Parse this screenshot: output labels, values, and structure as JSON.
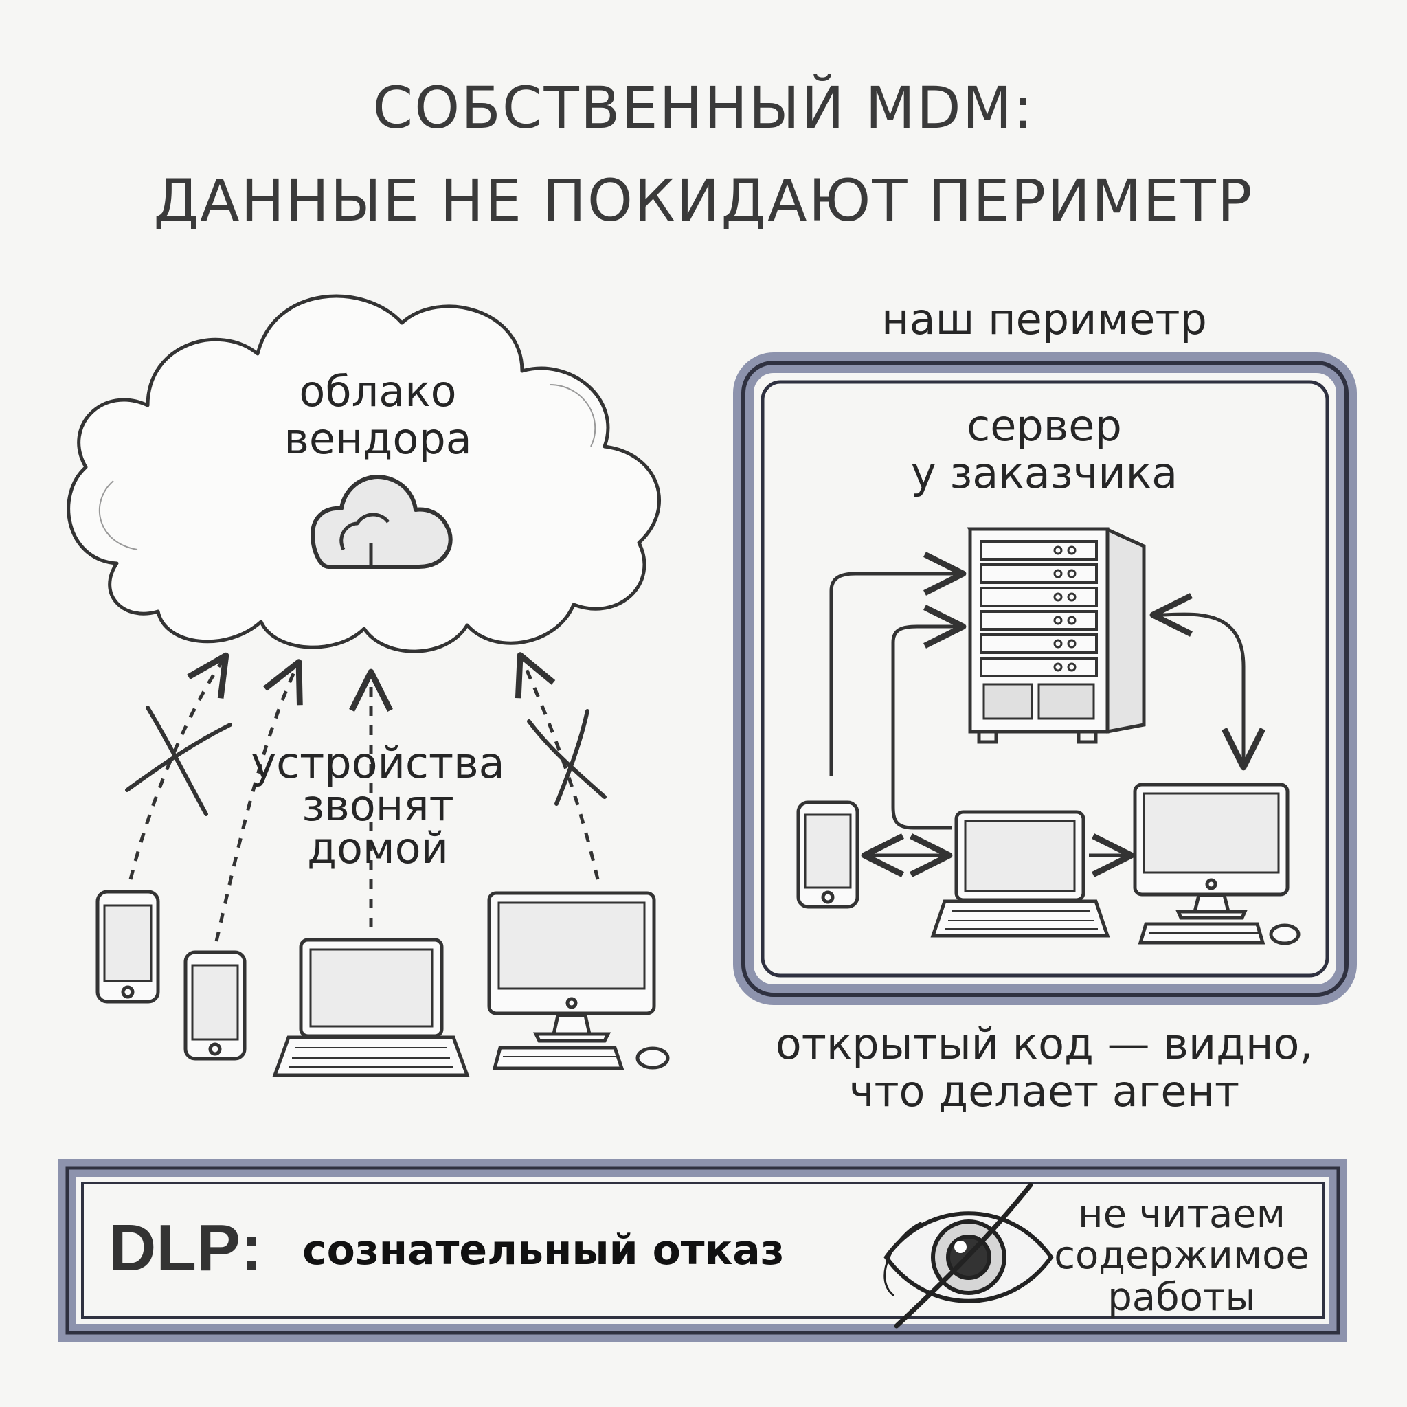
{
  "title": {
    "line1": "СОБСТВЕННЫЙ MDM:",
    "line2": "ДАННЫЕ НЕ ПОКИДАЮТ ПЕРИМЕТР"
  },
  "left": {
    "cloud_line1": "облако",
    "cloud_line2": "вендора",
    "devices_line1": "устройства",
    "devices_line2": "звонят",
    "devices_line3": "домой",
    "icons": [
      "cloud-icon",
      "phone-icon",
      "laptop-icon",
      "desktop-icon",
      "cross-mark-icon"
    ]
  },
  "right": {
    "perimeter_label": "наш периметр",
    "server_line1": "сервер",
    "server_line2": "у заказчика",
    "footer_line1": "открытый код — видно,",
    "footer_line2": "что делает агент",
    "icons": [
      "server-tower-icon",
      "phone-icon",
      "laptop-icon",
      "desktop-icon"
    ]
  },
  "dlp": {
    "prefix": "DLP:",
    "statement": "сознательный отказ",
    "note_line1": "не читаем",
    "note_line2": "содержимое",
    "note_line3": "работы",
    "icon": "crossed-eye-icon"
  },
  "colors": {
    "ink": "#2f2f2f",
    "frame_outer": "#8d93ad",
    "frame_inner": "#2f3140",
    "background": "#f6f6f4"
  }
}
